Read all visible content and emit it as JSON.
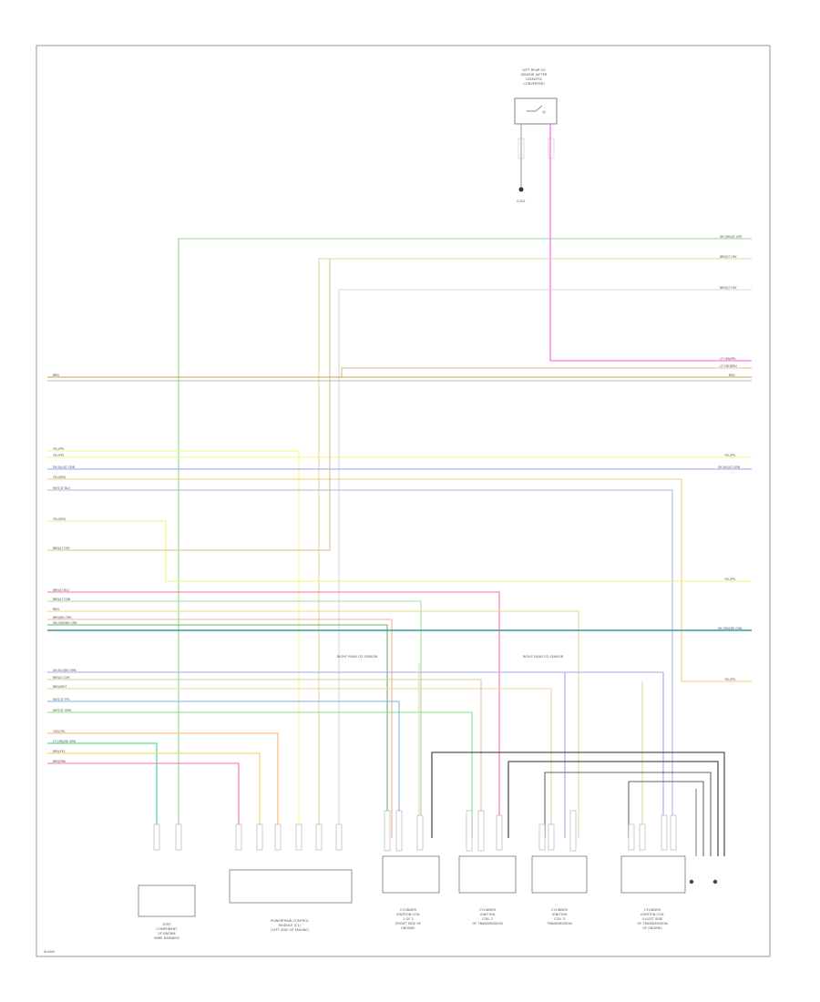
{
  "diagram": {
    "footer_code": "W-0000",
    "ground_label": "G101",
    "top_module_lines": [
      "LEFT REAR O2",
      "SENSOR (AFTER",
      "CATALYTIC",
      "CONVERTER)"
    ],
    "left_labels": {
      "l1": "BRN",
      "l2": "YEL/PPL",
      "l3": "YEL/PPL",
      "l4": "DK BLU/LT GRN",
      "l5": "YEL/GRN",
      "l6": "WHT/LT BLU",
      "l7": "YEL/GRN",
      "l8": "BRN/LT GRY",
      "l9": "BRN/LT BLU",
      "l10": "BRN/LT GRN",
      "l11": "BRN",
      "l12": "BRN/DK GRN",
      "l13": "DK GRN/DK GRN",
      "l14": "DK BLU/DK GRN",
      "l15": "BRN/LT GRY",
      "l16": "BRN/WHT",
      "l17": "WHT/LT PPL",
      "l18": "WHT/LT GRN",
      "l19": "ORG/YEL",
      "l20": "LT GRN/DK GRN",
      "l21": "BRN/YEL",
      "l22": "BRN/PNK"
    },
    "right_labels": {
      "r1": "DK GRN/LT GRY",
      "r2": "BRN/LT GRY",
      "r3": "BRN/LT GRY",
      "r4": "LT GRN/PPL",
      "r5": "LT GRY/BRN",
      "r6": "BRN",
      "r7": "YEL/PPL",
      "r8": "DK BLU/LT GRN",
      "r9": "YEL/PPL",
      "r10": "DK GRN/DK GRN",
      "r11": "YEL/PPL"
    },
    "sensor_labels": {
      "s1": "RIGHT REAR O2 SENSOR",
      "s2": "RIGHT REAR O2 SENSOR"
    },
    "components": {
      "c1": [
        "STEP",
        "COMPONENT",
        "OF ENGINE",
        "WIRE HARNESS"
      ],
      "c2": [
        "POWERTRAIN CONTROL",
        "MODULE (C1)",
        "(LEFT SIDE OF ENGINE)"
      ],
      "c3": [
        "CYLINDER",
        "IGNITION COIL",
        "1 OF 2",
        "(RIGHT SIDE OF",
        "ENGINE)"
      ],
      "c4": [
        "CYLINDER",
        "IGNITION",
        "COIL 2",
        "OF TRANSMISSION"
      ],
      "c5": [
        "CYLINDER",
        "IGNITION",
        "COIL 3",
        "TRANSMISSION"
      ],
      "c6": [
        "CYLINDER",
        "IGNITION COIL",
        "4 (LEFT SIDE",
        "OF TRANSMISSION",
        "OF ENGINE)"
      ]
    }
  }
}
